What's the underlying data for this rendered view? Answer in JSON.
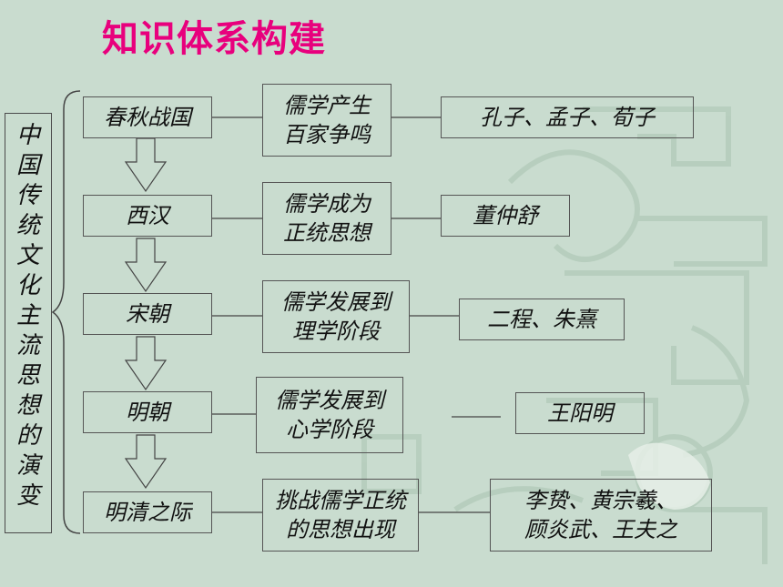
{
  "title": "知识体系构建",
  "vertical_title": "中国传统文化主流思想的演变",
  "rows": [
    {
      "period": "春秋战国",
      "development": [
        "儒学产生",
        "百家争鸣"
      ],
      "people": [
        "孔子、孟子、荀子"
      ]
    },
    {
      "period": "西汉",
      "development": [
        "儒学成为",
        "正统思想"
      ],
      "people": [
        "董仲舒"
      ]
    },
    {
      "period": "宋朝",
      "development": [
        "儒学发展到",
        "理学阶段"
      ],
      "people": [
        "二程、朱熹"
      ]
    },
    {
      "period": "明朝",
      "development": [
        "儒学发展到",
        "心学阶段"
      ],
      "people": [
        "王阳明"
      ]
    },
    {
      "period": "明清之际",
      "development": [
        "挑战儒学正统",
        "的思想出现"
      ],
      "people": [
        "李贽、黄宗羲、",
        "顾炎武、王夫之"
      ]
    }
  ],
  "colors": {
    "title": "#e8007d",
    "background": "#c9dccf",
    "border": "#555555"
  }
}
